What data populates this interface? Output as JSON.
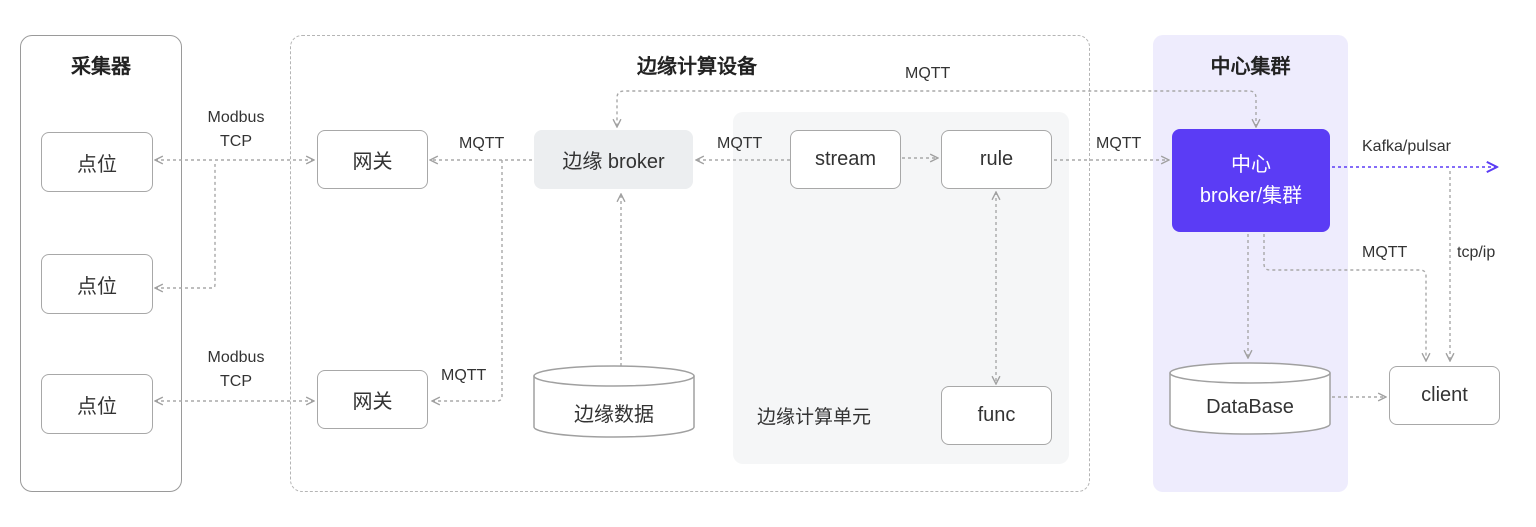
{
  "groups": {
    "collector": "采集器",
    "edge": "边缘计算设备",
    "edge_unit": "边缘计算单元",
    "center": "中心集群"
  },
  "nodes": {
    "point_1": "点位",
    "point_2": "点位",
    "point_3": "点位",
    "gateway_1": "网关",
    "gateway_2": "网关",
    "edge_broker": "边缘 broker",
    "edge_data": "边缘数据",
    "stream": "stream",
    "rule": "rule",
    "func": "func",
    "center_broker_line1": "中心",
    "center_broker_line2": "broker/集群",
    "database": "DataBase",
    "client": "client"
  },
  "edge_labels": {
    "modbus_1_line1": "Modbus",
    "modbus_1_line2": "TCP",
    "modbus_2_line1": "Modbus",
    "modbus_2_line2": "TCP",
    "mqtt_gateway_1": "MQTT",
    "mqtt_gateway_2": "MQTT",
    "mqtt_stream_broker": "MQTT",
    "mqtt_rule_center": "MQTT",
    "mqtt_center_edge": "MQTT",
    "kafka": "Kafka/pulsar",
    "mqtt_center_client": "MQTT",
    "tcp_ip": "tcp/ip"
  },
  "colors": {
    "accent": "#5b3cf5",
    "center_bg": "#eeecfd",
    "unit_bg": "#f5f6f7",
    "line": "#a0a0a0"
  }
}
